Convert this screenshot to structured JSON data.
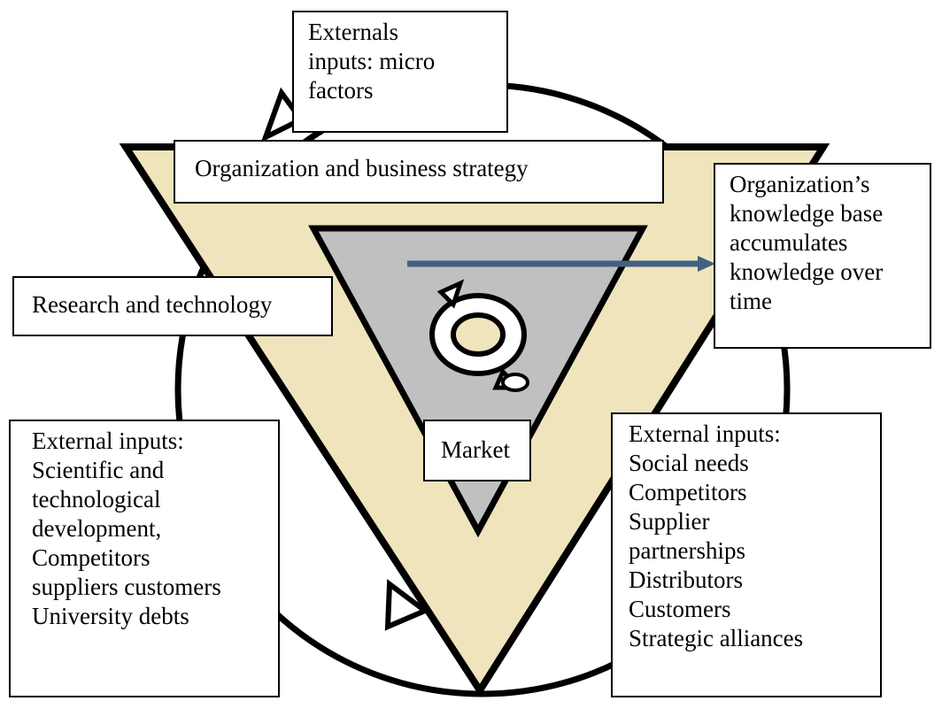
{
  "colors": {
    "outer_triangle_fill": "#f0e4bc",
    "inner_triangle_fill": "#c0c0c0",
    "arrow_color": "#416083",
    "stroke": "#000000",
    "cycle_center_fill": "#f0e4bc"
  },
  "icons": {
    "cycle": "circular-arrows-icon",
    "knowledge_arrow": "arrow-right-icon",
    "circle_arrowheads": "triangle-arrowhead-icon"
  },
  "boxes": {
    "micro_inputs": {
      "lines": [
        "Externals",
        "inputs: micro",
        "factors"
      ]
    },
    "org_strategy": {
      "lines": [
        "Organization and business strategy"
      ]
    },
    "research": {
      "lines": [
        "Research and technology"
      ]
    },
    "knowledge": {
      "lines": [
        "Organization’s",
        "knowledge base",
        "accumulates",
        "knowledge over",
        "time"
      ]
    },
    "market": {
      "lines": [
        "Market"
      ]
    },
    "ext_left": {
      "lines": [
        "External inputs:",
        "Scientific and",
        "technological",
        "development,",
        "Competitors",
        "suppliers customers",
        "University debts"
      ]
    },
    "ext_right": {
      "lines": [
        "External inputs:",
        "Social needs",
        "Competitors",
        "Supplier",
        "partnerships",
        "Distributors",
        "Customers",
        "Strategic alliances"
      ]
    }
  }
}
